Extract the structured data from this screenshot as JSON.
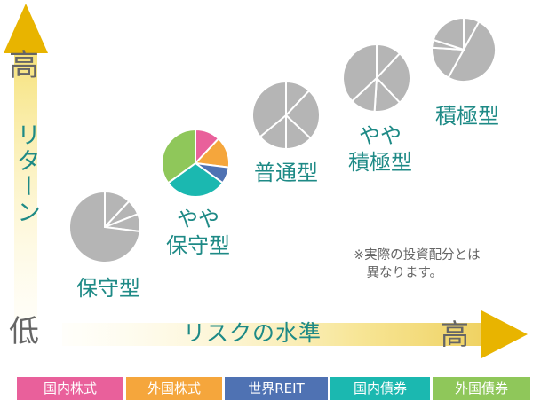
{
  "axes": {
    "y_high": "高",
    "y_low": "低",
    "y_label": "リターン",
    "x_label": "リスクの水準",
    "x_high": "高"
  },
  "portfolios": [
    {
      "label": "保守型",
      "style": "gray",
      "slices": [
        {
          "value": 12
        },
        {
          "value": 7
        },
        {
          "value": 8
        },
        {
          "value": 73
        }
      ]
    },
    {
      "label": "やや\n保守型",
      "style": "color",
      "slices": [
        {
          "value": 12,
          "class": "domestic-stocks"
        },
        {
          "value": 15,
          "class": "foreign-stocks"
        },
        {
          "value": 8,
          "class": "global-reit"
        },
        {
          "value": 30,
          "class": "domestic-bonds"
        },
        {
          "value": 35,
          "class": "foreign-bonds"
        }
      ]
    },
    {
      "label": "普通型",
      "style": "gray",
      "slices": [
        {
          "value": 12
        },
        {
          "value": 25
        },
        {
          "value": 13
        },
        {
          "value": 14
        },
        {
          "value": 36
        }
      ]
    },
    {
      "label": "やや\n積極型",
      "style": "gray",
      "slices": [
        {
          "value": 12
        },
        {
          "value": 26
        },
        {
          "value": 13
        },
        {
          "value": 12
        },
        {
          "value": 37
        }
      ]
    },
    {
      "label": "積極型",
      "style": "gray",
      "slices": [
        {
          "value": 8
        },
        {
          "value": 50
        },
        {
          "value": 18
        },
        {
          "value": 4
        },
        {
          "value": 20
        }
      ]
    }
  ],
  "note": "※実際の投資配分とは\n　異なります。",
  "legend": [
    {
      "label": "国内株式",
      "key": "domestic-stocks",
      "color": "#e9609b"
    },
    {
      "label": "外国株式",
      "key": "foreign-stocks",
      "color": "#f5a63c"
    },
    {
      "label": "世界REIT",
      "key": "global-reit",
      "color": "#4f72b3"
    },
    {
      "label": "国内債券",
      "key": "domestic-bonds",
      "color": "#1bb8b0"
    },
    {
      "label": "外国債券",
      "key": "foreign-bonds",
      "color": "#8fc75a"
    }
  ],
  "colors": {
    "arrow": "#e8b400",
    "label_teal": "#1e8a86",
    "dark_gray": "#666666",
    "pie_gray": "#b5b5b5",
    "pie_stroke": "#ffffff"
  }
}
